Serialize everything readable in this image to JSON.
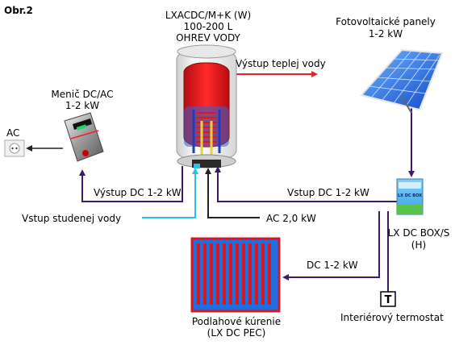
{
  "figure_label": "Obr.2",
  "boiler": {
    "title_line1": "LXACDC/M+K (W)",
    "title_line2": "100-200 L",
    "title_line3": "OHREV VODY"
  },
  "pv_panels": {
    "line1": "Fotovoltaické panely",
    "line2": "1-2 kW"
  },
  "inverter": {
    "line1": "Menič DC/AC",
    "line2": "1-2 kW"
  },
  "ac_outlet": {
    "label": "AC"
  },
  "hot_water_out": "Výstup teplej vody",
  "dc_output_left": "Výstup DC 1-2 kW",
  "dc_output_right": "Vstup DC 1-2 kW",
  "cold_water_in": "Vstup studenej vody",
  "ac_input": "AC 2,0 kW",
  "dc_box": {
    "line1": "LX DC BOX/S",
    "line2": "(H)",
    "device_text": "LX DC BOX"
  },
  "floor_heating_dc": "DC 1-2 kW",
  "floor_heating": {
    "line1": "Podlahové kúrenie",
    "line2": "(LX DC PEC)"
  },
  "thermostat": {
    "symbol": "T",
    "label": "Interiérový termostat"
  },
  "colors": {
    "dc_line": "#3b1a6e",
    "cold_water": "#2ec0e8",
    "hot_water": "#e8202a",
    "ac_line": "#222222",
    "tank_red": "#e2141c",
    "floor_blue": "#1e6fe0",
    "floor_red": "#d81820"
  }
}
